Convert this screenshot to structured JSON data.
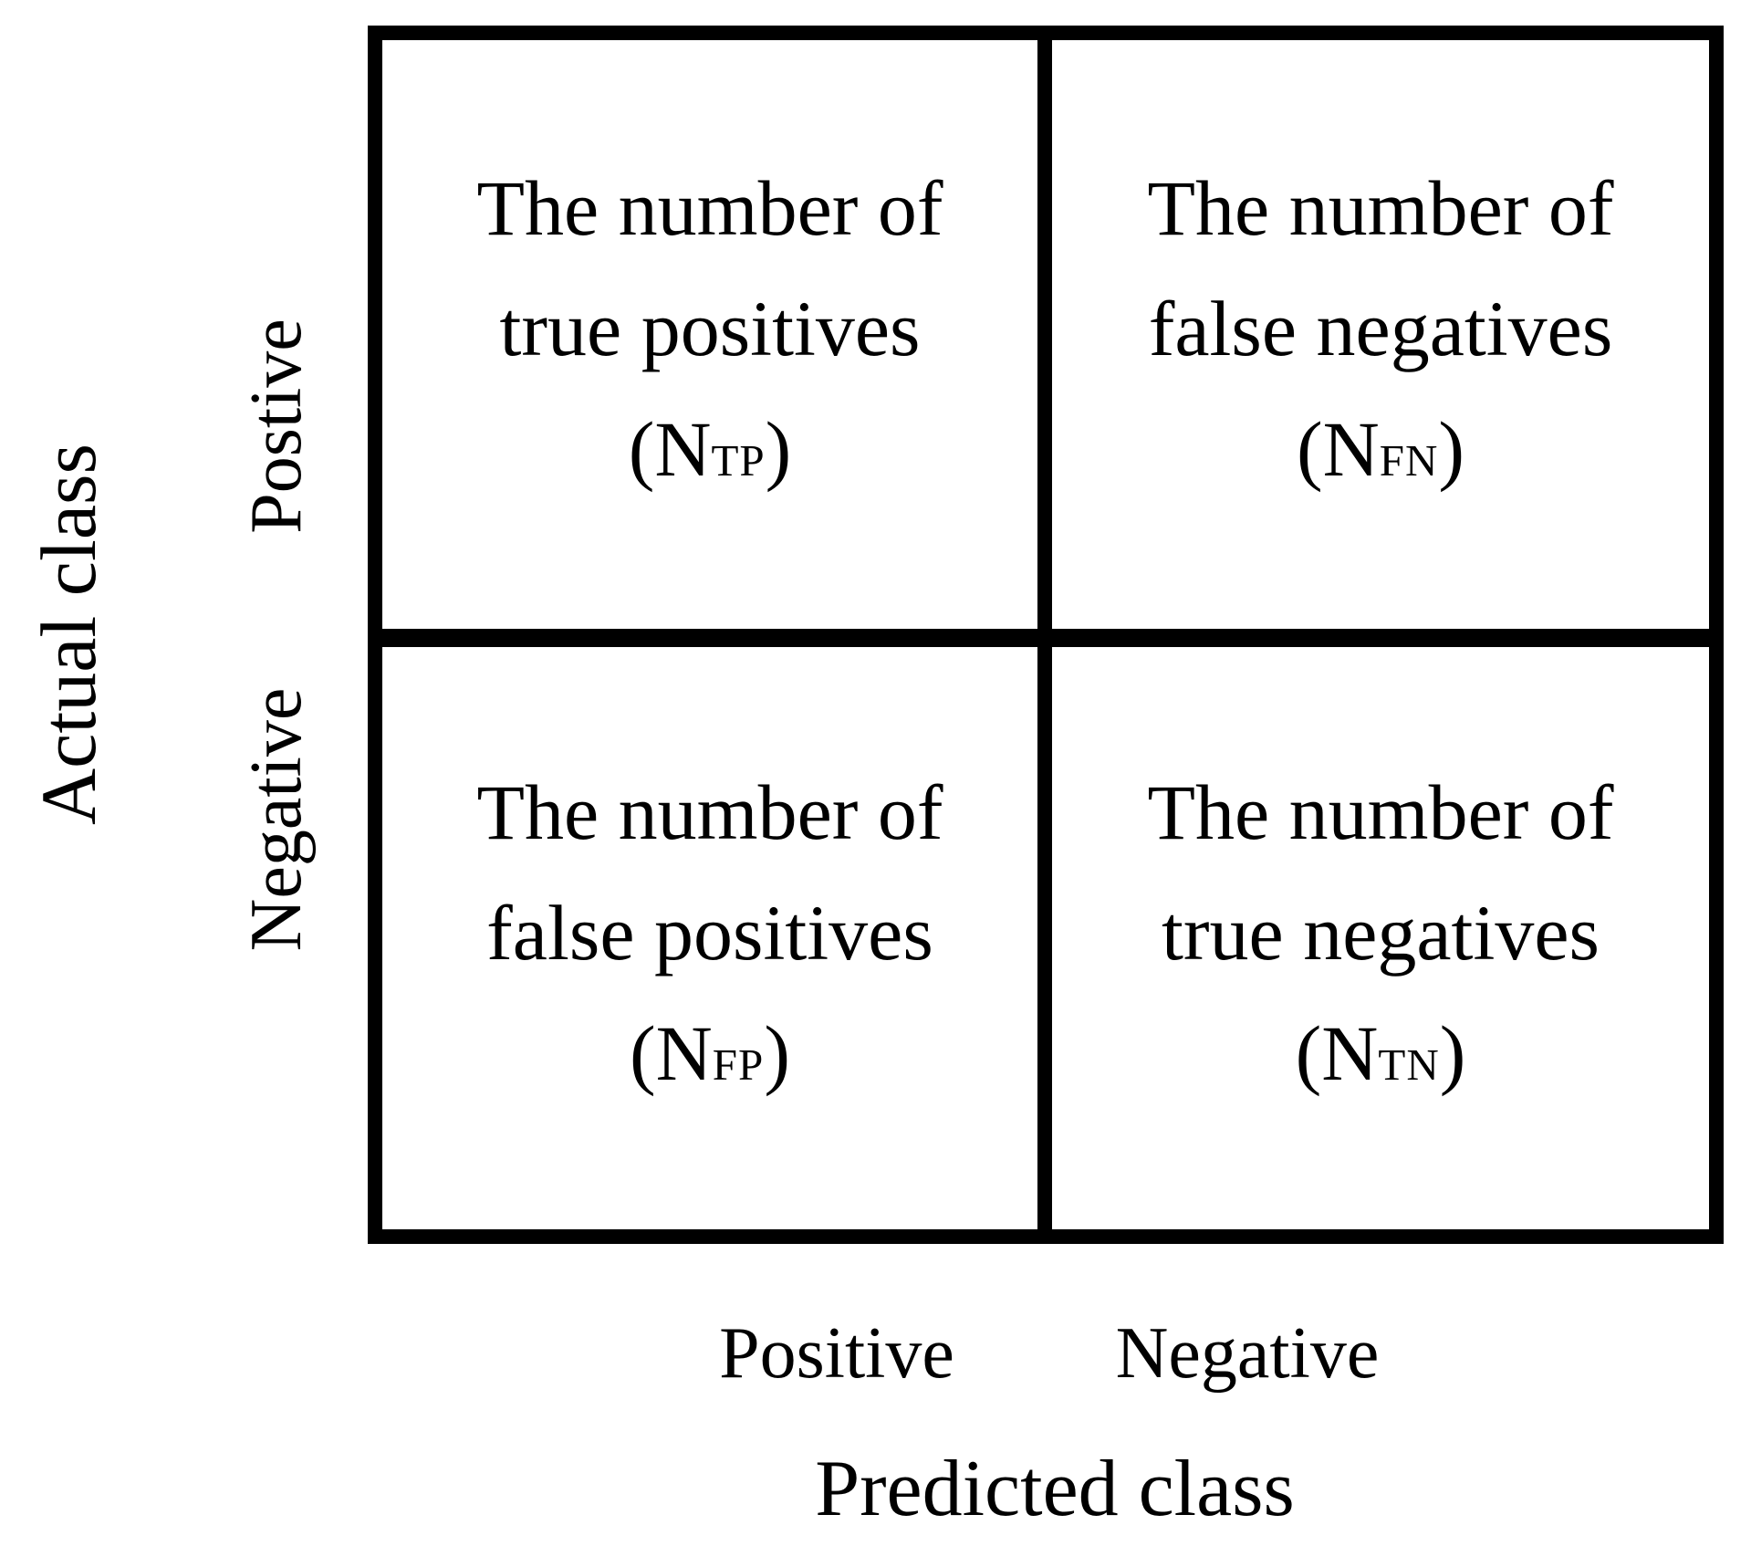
{
  "figure": {
    "type": "confusion-matrix-diagram",
    "colors": {
      "line": "#000000",
      "background": "#ffffff",
      "text": "#000000"
    }
  },
  "axes": {
    "left_title": "Actual class",
    "bottom_title": "Predicted class",
    "row_labels": {
      "top": "Postive",
      "bottom": "Negative"
    },
    "col_labels": {
      "left": "Positive",
      "right": "Negative"
    }
  },
  "cells": {
    "true_positives": {
      "line1": "The number of",
      "line2": "true positives",
      "prefix": "(N",
      "sub": "TP",
      "suffix": ")"
    },
    "false_negatives": {
      "line1": "The number of",
      "line2": "false negatives",
      "prefix": "(N",
      "sub": "FN",
      "suffix": ")"
    },
    "false_positives": {
      "line1": "The number of",
      "line2": "false positives",
      "prefix": "(N",
      "sub": "FP",
      "suffix": ")"
    },
    "true_negatives": {
      "line1": "The number of",
      "line2": "true negatives",
      "prefix": "(N",
      "sub": "TN",
      "suffix": ")"
    }
  }
}
